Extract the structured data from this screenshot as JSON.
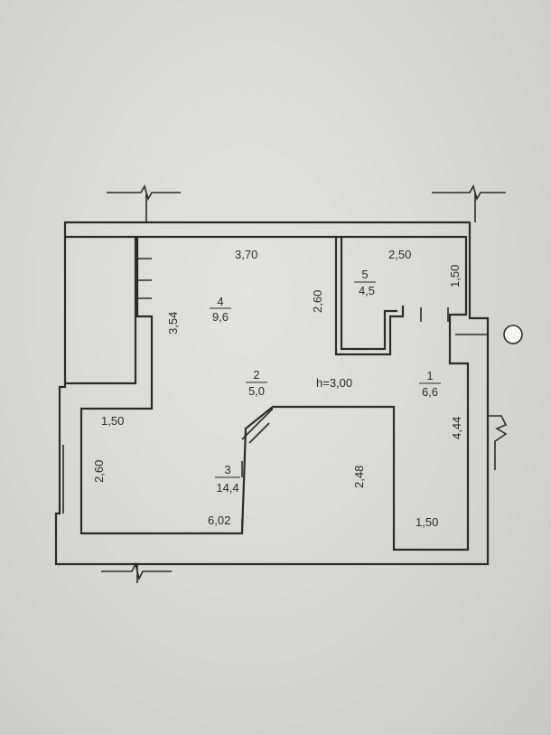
{
  "plan": {
    "ceiling_height": "h=3,00",
    "rooms": [
      {
        "number": "1",
        "area": "6,6"
      },
      {
        "number": "2",
        "area": "5,0"
      },
      {
        "number": "3",
        "area": "14,4"
      },
      {
        "number": "4",
        "area": "9,6"
      },
      {
        "number": "5",
        "area": "4,5"
      }
    ],
    "dimensions": {
      "room4_width": "3,70",
      "room4_depth": "3,54",
      "room4_inner": "2,60",
      "room5_width": "2,50",
      "room5_depth": "1,50",
      "room3_width_top": "1,50",
      "room3_window": "2,60",
      "room3_depth": "2,48",
      "room3_bottom": "6,02",
      "room1_depth": "4,44",
      "room1_width": "1,50"
    }
  }
}
